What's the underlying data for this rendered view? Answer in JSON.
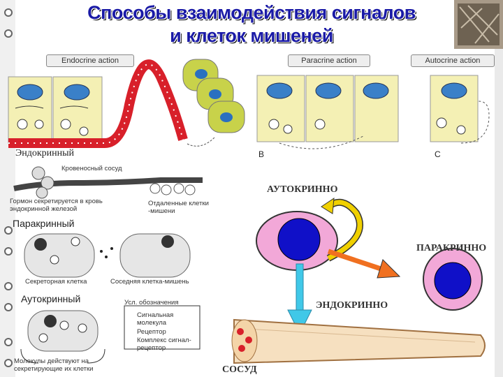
{
  "title": {
    "line1": "Способы взаимодействия сигналов",
    "line2": "и клеток мишеней"
  },
  "top_panels": {
    "endocrine": "Endocrine action",
    "paracrine": "Paracrine action",
    "autocrine": "Autocrine action",
    "endocrine_ru": "Эндокринный",
    "letter_b": "B",
    "letter_c": "C"
  },
  "endocrine_scheme": {
    "vessel": "Кровеносный сосуд",
    "secretion": "Гормон секретируется в кровь эндокринной железой",
    "distant": "Отдаленные клетки -мишени"
  },
  "paracrine_scheme": {
    "title": "Паракринный",
    "secretory": "Секреторная клетка",
    "neighbor": "Соседняя клетка-мишень"
  },
  "autocrine_scheme": {
    "title": "Аутокринный",
    "legend_title": "Усл. обозначения",
    "legend_signal": "Сигнальная молекула",
    "legend_receptor": "Рецептор",
    "legend_complex": "Комплекс сигнал-рецептор",
    "bottom": "Молекулы действуют на секретирующие их клетки"
  },
  "right_scheme": {
    "autocrine": "АУТОКРИННО",
    "paracrine": "ПАРАКРИННО",
    "endocrine": "ЭНДОКРИННО",
    "vessel": "СОСУД"
  },
  "colors": {
    "title": "#1a1aa6",
    "vessel_red": "#d8202a",
    "cell_yellow": "#f4f0b4",
    "target_green": "#c8d24a",
    "nucleus_blue": "#1010c8",
    "cell_pink": "#f2a8d8",
    "arrow_yellow": "#f0d000",
    "arrow_orange": "#f07020",
    "arrow_cyan": "#40c8e8"
  }
}
